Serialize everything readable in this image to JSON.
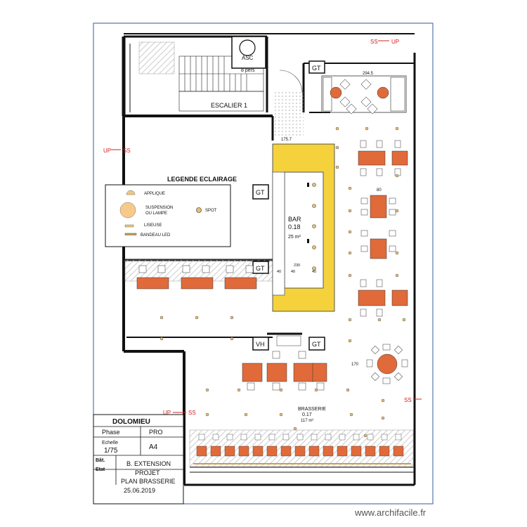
{
  "legend": {
    "title": "LEGENDE ECLAIRAGE",
    "applique": "APPLIQUE",
    "suspension_line1": "SUSPENSION",
    "suspension_line2": "OU LAMPE",
    "spot": "SPOT",
    "liseuse": "LISEUSE",
    "bandeau": "BANDEAU LED"
  },
  "rooms": {
    "escalier": "ESCALIER 1",
    "asc": "ASC",
    "asc_pers": "8 pers",
    "bar_name": "BAR",
    "bar_num": "0.18",
    "bar_area": "25 m²",
    "brasserie_name": "BRASSERIE",
    "brasserie_num": "0.17",
    "brasserie_area": "117 m²"
  },
  "tags": {
    "gt": "GT",
    "vh": "VH",
    "ss": "SS",
    "up": "UP"
  },
  "dimensions": {
    "d2945": "294.5",
    "d1757": "175.7",
    "d170": "170",
    "d80": "80",
    "d40": "40",
    "d230": "230"
  },
  "titleblock": {
    "project": "DOLOMIEU",
    "phase_label": "Phase",
    "phase_value": "PRO",
    "echelle_label": "Echelle",
    "echelle_value": "1/75",
    "format": "A4",
    "bat_label": "Bât.",
    "bat_value": "B. EXTENSION",
    "etat_label": "Etat",
    "etat_line1": "PROJET",
    "etat_line2": "PLAN BRASSERIE",
    "date": "25.06.2019"
  },
  "watermark": "www.archifacile.fr",
  "colors": {
    "wall": "#111111",
    "table": "#e06a3a",
    "bar": "#f5d23c",
    "red_text": "#d32020",
    "hatch": "#c8c8c8",
    "light": "#f4e3b8"
  }
}
